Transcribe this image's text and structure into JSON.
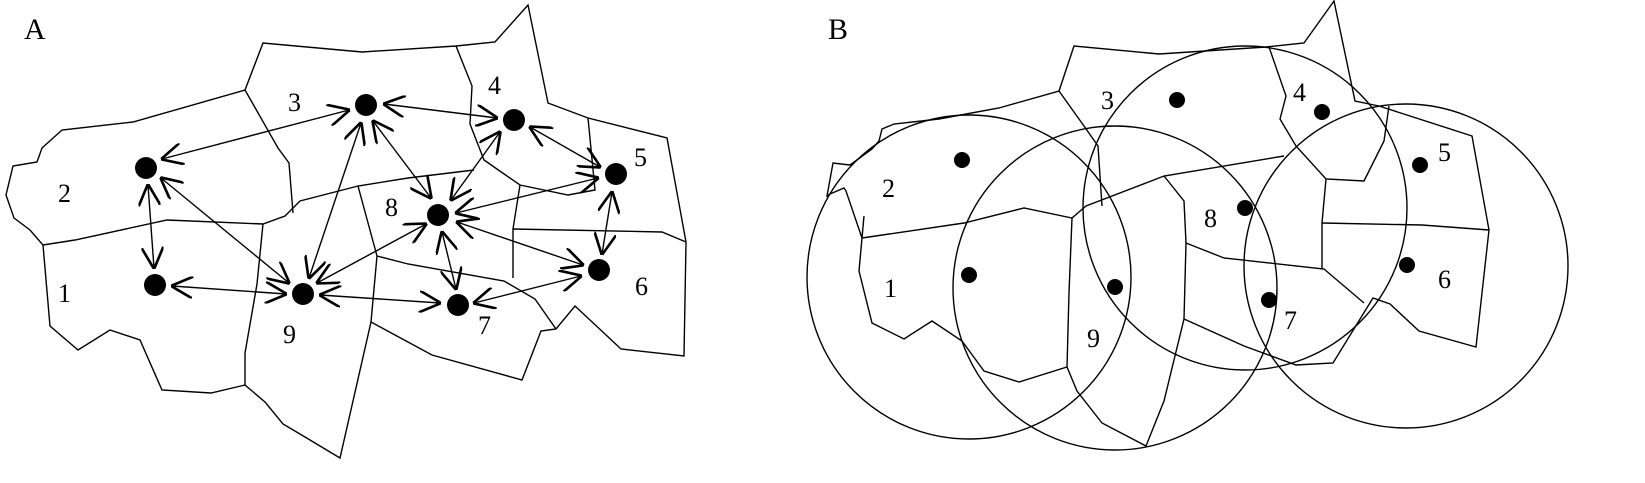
{
  "panel_a": {
    "label": "A",
    "region_labels": [
      "1",
      "2",
      "3",
      "4",
      "5",
      "6",
      "7",
      "8",
      "9"
    ]
  },
  "panel_b": {
    "label": "B",
    "region_labels": [
      "1",
      "2",
      "3",
      "4",
      "5",
      "6",
      "7",
      "8",
      "9"
    ]
  },
  "colors": {
    "ink": "#000000",
    "background": "#ffffff"
  },
  "diagram_info": {
    "nodes_per_panel": 9,
    "panel_a_links": [
      [
        1,
        2
      ],
      [
        1,
        9
      ],
      [
        2,
        3
      ],
      [
        2,
        9
      ],
      [
        3,
        4
      ],
      [
        3,
        8
      ],
      [
        3,
        9
      ],
      [
        4,
        5
      ],
      [
        4,
        8
      ],
      [
        5,
        8
      ],
      [
        5,
        6
      ],
      [
        6,
        8
      ],
      [
        6,
        7
      ],
      [
        7,
        8
      ],
      [
        7,
        9
      ],
      [
        8,
        9
      ]
    ],
    "panel_b_circle_count": 4
  }
}
